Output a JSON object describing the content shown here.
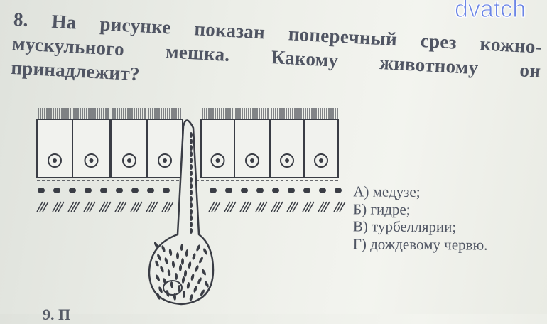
{
  "question": {
    "line1": [
      "8.",
      "На",
      "рисунке",
      "показан",
      "поперечный",
      "срез",
      "кожно-"
    ],
    "line2": [
      "мускульного",
      "мешка.",
      "Какому",
      "животному",
      "он"
    ],
    "line3": "принадлежит?"
  },
  "watermark": "dvatch",
  "answers": [
    "А) медузе;",
    "Б) гидре;",
    "В) турбеллярии;",
    "Г) дождевому червю."
  ],
  "next_fragment": "9. П"
}
